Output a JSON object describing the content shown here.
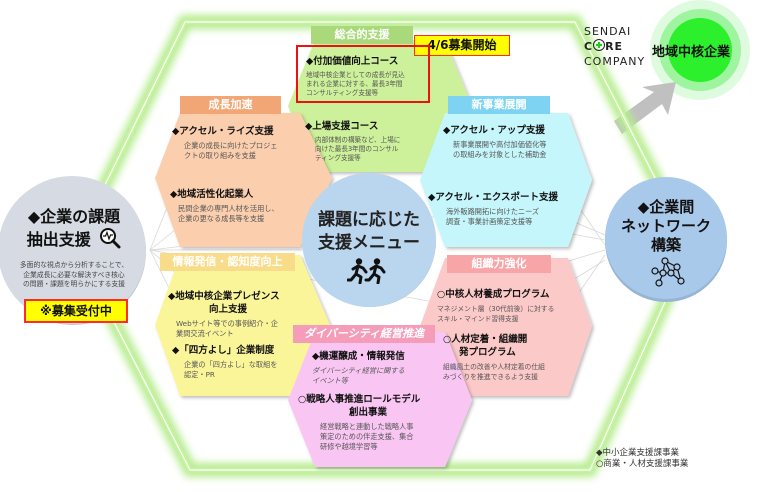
{
  "left_circle": {
    "title_line1": "◆企業の課題",
    "title_line2": "抽出支援",
    "desc_lines": [
      "多面的な視点から分析することで、",
      "企業成長に必要な解決すべき核心",
      "の問題・課題を明らかにする支援"
    ],
    "badge": "※募集受付中",
    "icon": "magnifier-chart-icon"
  },
  "center_circle": {
    "line1": "課題に応じた",
    "line2": "支援メニュー",
    "icon": "running-people-icon"
  },
  "right_circle": {
    "line1": "◆企業間",
    "line2": "ネットワーク",
    "line3": "構築",
    "icon": "network-icon"
  },
  "logo": {
    "line1": "SENDAI",
    "line2_a": "C",
    "line2_b": "RE",
    "line3": "COMPANY",
    "goal_label": "地域中核企業"
  },
  "hexes": {
    "general": {
      "band": "総合的支援",
      "color": "#cdf09a",
      "band_color": "#a9d97a",
      "new_badge": "4/6募集開始",
      "items": [
        {
          "title": "◆付加価値向上コース",
          "desc": [
            "地域中核企業としての成長が見込",
            "まれる企業に対する、最長3年間",
            "コンサルティング支援等"
          ]
        },
        {
          "title": "◆上場支援コース",
          "desc": [
            "内部体制の構築など、上場に",
            "向けた最長3年間のコンサル",
            "ティング支援等"
          ]
        }
      ]
    },
    "growth": {
      "band": "成長加速",
      "color": "#fbcfae",
      "band_color": "#f3a675",
      "items": [
        {
          "title": "◆アクセル・ライズ支援",
          "desc": [
            "企業の成長に向けたプロジェ",
            "クトの取り組みを支援"
          ]
        },
        {
          "title": "◆地域活性化起業人",
          "desc": [
            "民間企業の専門人材を活用し、",
            "企業の更なる成長等を支援"
          ]
        }
      ]
    },
    "new_business": {
      "band": "新事業展開",
      "color": "#c5f6fb",
      "band_color": "#7fd3f2",
      "items": [
        {
          "title": "◆アクセル・アップ支援",
          "desc": [
            "新事業展開や高付加価値化等",
            "の取組みを対象とした補助金"
          ]
        },
        {
          "title": "◆アクセル・エクスポート支援",
          "desc": [
            "海外販路開拓に向けたニーズ",
            "調査・事業計画策定支援等"
          ]
        }
      ]
    },
    "info": {
      "band": "情報発信・認知度向上",
      "color": "#fbf59a",
      "band_color": "#f8dc8a",
      "items": [
        {
          "title": "◆地域中核企業プレゼンス",
          "title2": "向上支援",
          "desc": [
            "Webサイト等での事例紹介・企",
            "業間交流イベント"
          ]
        },
        {
          "title": "◆「四方よし」企業制度",
          "desc": [
            "企業の「四方よし」な取組を",
            "認定・PR"
          ]
        }
      ]
    },
    "org": {
      "band": "組織力強化",
      "color": "#fcc9c9",
      "band_color": "#f8a5a8",
      "items": [
        {
          "title": "○中核人材養成プログラム",
          "desc": [
            "マネジメント層（30代前後）に対する",
            "スキル・マインド習得支援"
          ]
        },
        {
          "title": "○人材定着・組織開",
          "title2": "発プログラム",
          "desc": [
            "組織風土の改善や人材定着の仕組",
            "みづくりを推進できるよう支援"
          ]
        }
      ]
    },
    "diversity": {
      "band": "ダイバーシティ経営推進",
      "color": "#f9c6f3",
      "band_color": "#f59cb9",
      "items": [
        {
          "title": "◆機運醸成・情報発信",
          "desc": [
            "ダイバーシティ経営に関する",
            "イベント等"
          ]
        },
        {
          "title": "○戦略人事推進ロールモデル",
          "title2": "創出事業",
          "desc": [
            "経営戦略と連動した戦略人事",
            "策定のための伴走支援、集合",
            "研修や越境学習等"
          ]
        }
      ]
    }
  },
  "legend": {
    "line1": "◆中小企業支援課事業",
    "line2": "○商業・人材支援課事業"
  },
  "colors": {
    "frame_green": "#b6ec8e",
    "circle_blue": "#a9c9ea",
    "circle_gray": "#d6dbe3",
    "goal_green": "#33ee33",
    "badge_yellow": "#ffff00",
    "badge_border": "#ff0000",
    "arrow_gray": "#c0c0c0"
  }
}
